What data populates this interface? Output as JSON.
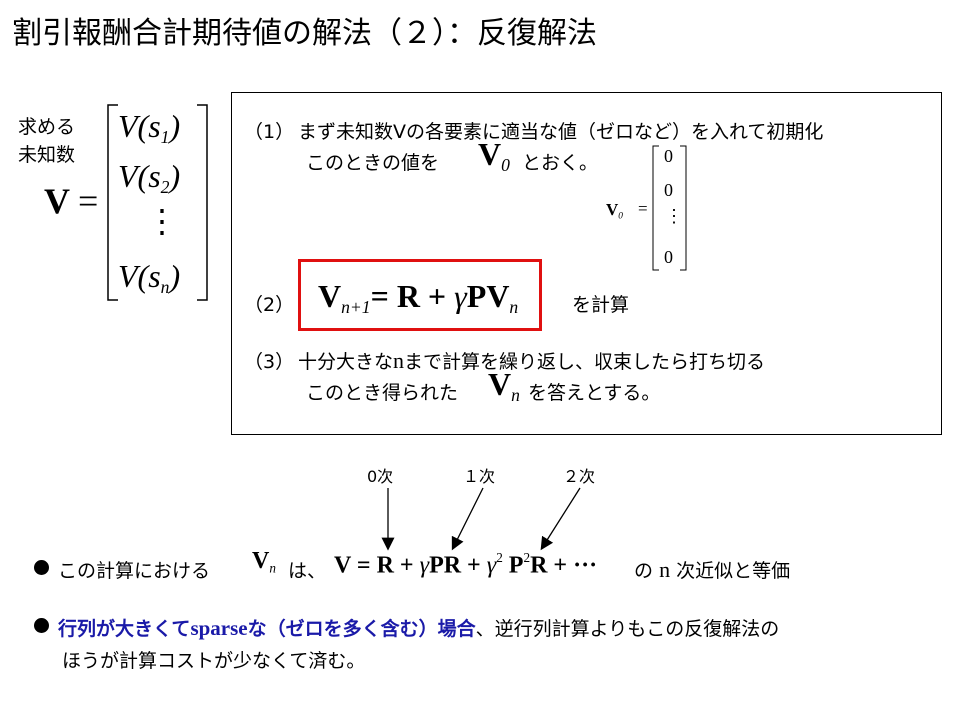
{
  "title": "割引報酬合計期待値の解法（２）：反復解法",
  "unknown_label_1": "求める",
  "unknown_label_2": "未知数",
  "vector_V": {
    "lhs": "V",
    "eq": "=",
    "entries": [
      "V(s",
      "1",
      ")",
      "V(s",
      "2",
      ")",
      "⋮",
      "V(s",
      "n",
      ")"
    ]
  },
  "step1": {
    "number": "（1）",
    "text": "まず未知数Vの各要素に適当な値（ゼロなど）を入れて初期化",
    "line2_pre": "このときの値を",
    "sym": "V",
    "sym_sub": "0",
    "line2_post": "とおく。",
    "matrix_lhs": "V",
    "matrix_lhs_sub": "0",
    "matrix_eq": "=",
    "matrix_entries": [
      "0",
      "0",
      "⋮",
      "0"
    ]
  },
  "step2": {
    "number": "（2）",
    "eq_lhs": "V",
    "eq_lhs_sub": "n+1",
    "eq_mid": "= R + ",
    "gamma": "γ",
    "eq_rhs": "PV",
    "eq_rhs_sub": "n",
    "post": "を計算"
  },
  "step3": {
    "number": "（3）",
    "text_pre": "十分大きな",
    "n": "n",
    "text_post": "まで計算を繰り返し、収束したら打ち切る",
    "line2_pre": "このとき得られた",
    "sym": "V",
    "sym_sub": "n",
    "line2_post": "を答えとする。"
  },
  "arrows": {
    "label0": "0次",
    "label1": "１次",
    "label2": "２次"
  },
  "bullet1": {
    "pre": "この計算における",
    "sym": "V",
    "sym_sub": "n",
    "mid": "は、",
    "series_a": "V = R + ",
    "gamma": "γ",
    "series_b": "PR + ",
    "gamma2": "γ",
    "sq": "2",
    "series_c": "P",
    "sq2": "2",
    "series_d": "R + ···",
    "post_pre": "の",
    "n": "n",
    "post": "次近似と等価"
  },
  "bullet2": {
    "blue_pre": "行列が大きくて",
    "sparse": "sparse",
    "blue_post": "な（ゼロを多く含む）場合",
    "rest": "、逆行列計算よりもこの反復解法の",
    "line2": "ほうが計算コストが少なくて済む。"
  }
}
